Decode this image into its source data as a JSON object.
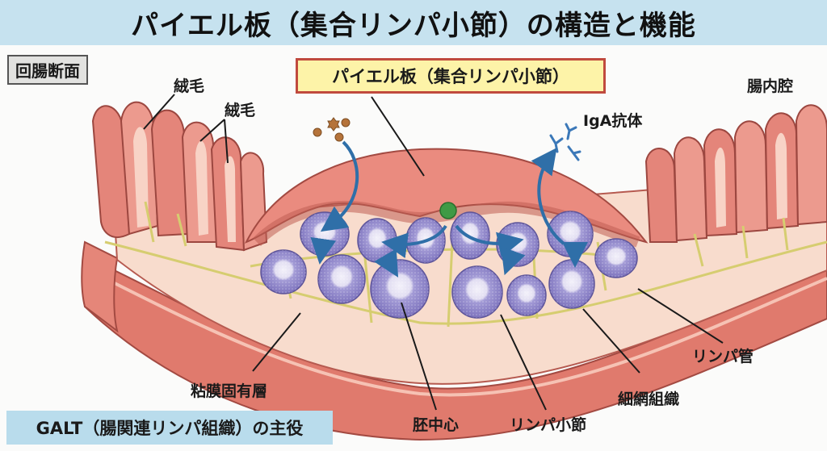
{
  "title": "パイエル板（集合リンパ小節）の構造と機能",
  "section_tag": "回腸断面",
  "main_callout": "パイエル板（集合リンパ小節）",
  "footer_tag": "GALT（腸関連リンパ組織）の主役",
  "labels": {
    "villus_1": "絨毛",
    "villus_2": "絨毛",
    "lumen": "腸内腔",
    "iga": "IgA抗体",
    "lamina_propria": "粘膜固有層",
    "germinal_center": "胚中心",
    "lymph_nodule": "リンパ小節",
    "reticular_tissue": "細網組織",
    "lymph_vessel": "リンパ管"
  },
  "colors": {
    "title_bg": "#c6e2ef",
    "tissue": "#e98a80",
    "tissue_dark": "#c9635a",
    "mucosa_light": "#f8d9cc",
    "follicle": "#8f86c9",
    "germinal_center": "#ece9f6",
    "reticular": "#d9d27a",
    "arrow": "#2f6fa8",
    "antigen": "#b5733a",
    "m_cell": "#3f9a45"
  }
}
